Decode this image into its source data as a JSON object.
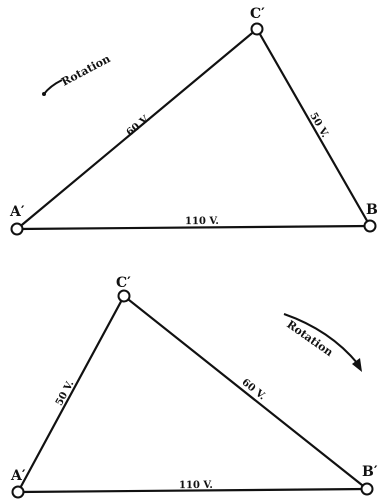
{
  "diagram_top": {
    "vertices": {
      "a": "A′",
      "b": "B",
      "c": "C′"
    },
    "edges": {
      "ac": "60 V.",
      "cb": "50 V.",
      "ab": "110 V."
    },
    "rotation_label": "Rotation"
  },
  "diagram_bottom": {
    "vertices": {
      "a": "A′",
      "b": "B′",
      "c": "C′"
    },
    "edges": {
      "ac": "50 V.",
      "cb": "60 V.",
      "ab": "110 V."
    },
    "rotation_label": "Rotation"
  }
}
